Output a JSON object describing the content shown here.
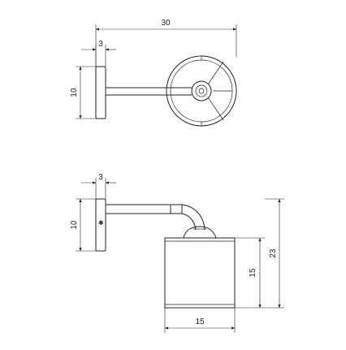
{
  "top_view": {
    "dims": {
      "overall_length": "30",
      "plate_depth": "3",
      "plate_height": "10"
    }
  },
  "side_view": {
    "dims": {
      "plate_depth": "3",
      "plate_height": "10",
      "shade_diameter": "15",
      "shade_height": "15",
      "overall_height": "23"
    }
  }
}
